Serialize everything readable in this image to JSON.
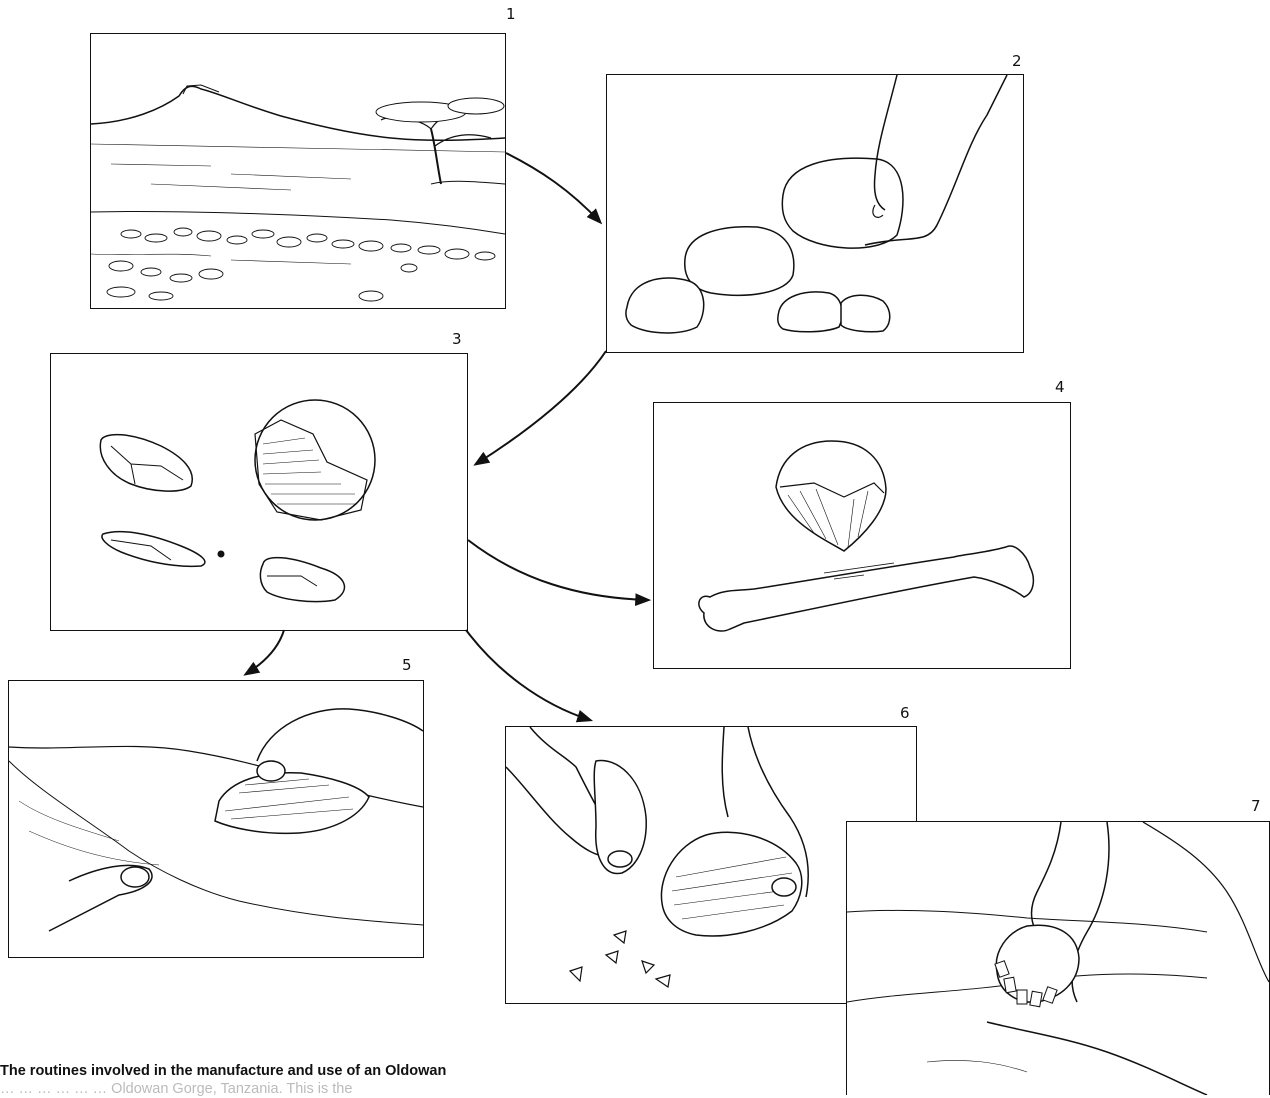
{
  "steps": [
    {
      "number": "1"
    },
    {
      "number": "2"
    },
    {
      "number": "3"
    },
    {
      "number": "4"
    },
    {
      "number": "5"
    },
    {
      "number": "6"
    },
    {
      "number": "7"
    }
  ],
  "caption": {
    "line1": "The routines involved in the manufacture and use of an Oldowan",
    "line2": "… … … … … … Oldowan Gorge, Tanzania. This is the"
  },
  "colors": {
    "ink": "#111111",
    "paper": "#ffffff"
  }
}
